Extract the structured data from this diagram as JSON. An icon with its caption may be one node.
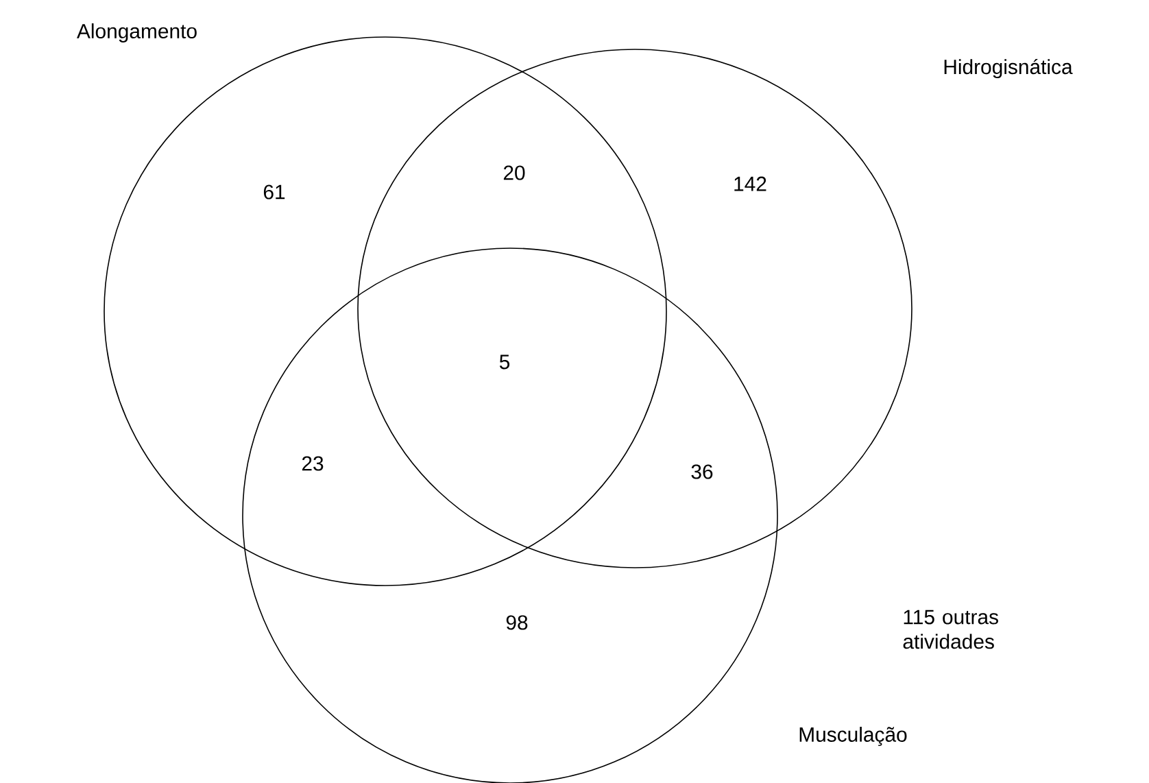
{
  "diagram": {
    "nodes": [
      {
        "text": [
          "Alongamento"
        ]
      },
      {
        "text": [
          "Hidrogisnática"
        ]
      },
      {
        "text": [
          "Musculação"
        ]
      }
    ],
    "labels": [
      "61",
      "20",
      "142",
      "5",
      "23",
      "36",
      "98",
      "115 outras atividades"
    ]
  }
}
